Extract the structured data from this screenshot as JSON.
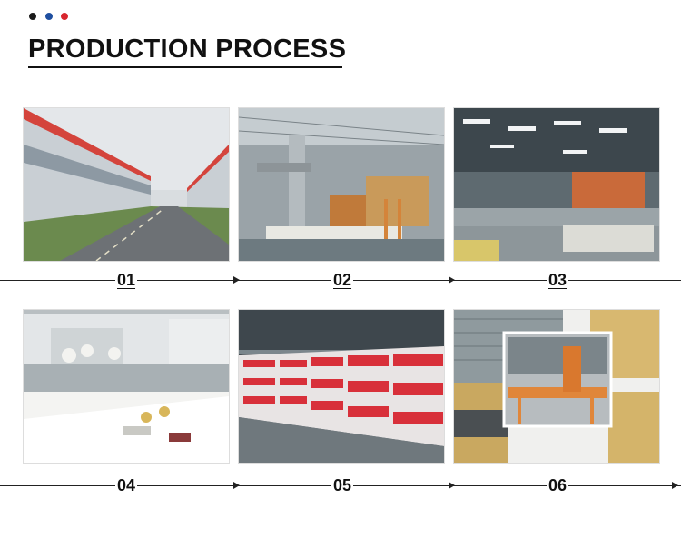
{
  "header": {
    "title": "PRODUCTION PROCESS",
    "dots": [
      "#1a1a1a",
      "#1f4fa0",
      "#d8262e"
    ]
  },
  "steps": [
    {
      "number": "01",
      "image": "factory-exterior"
    },
    {
      "number": "02",
      "image": "fiber-production-line"
    },
    {
      "number": "03",
      "image": "conveyor-production-line"
    },
    {
      "number": "04",
      "image": "testing-laboratory"
    },
    {
      "number": "05",
      "image": "packaged-rock-wool-stacks"
    },
    {
      "number": "06",
      "image": "rock-wool-boards-cutting"
    }
  ]
}
